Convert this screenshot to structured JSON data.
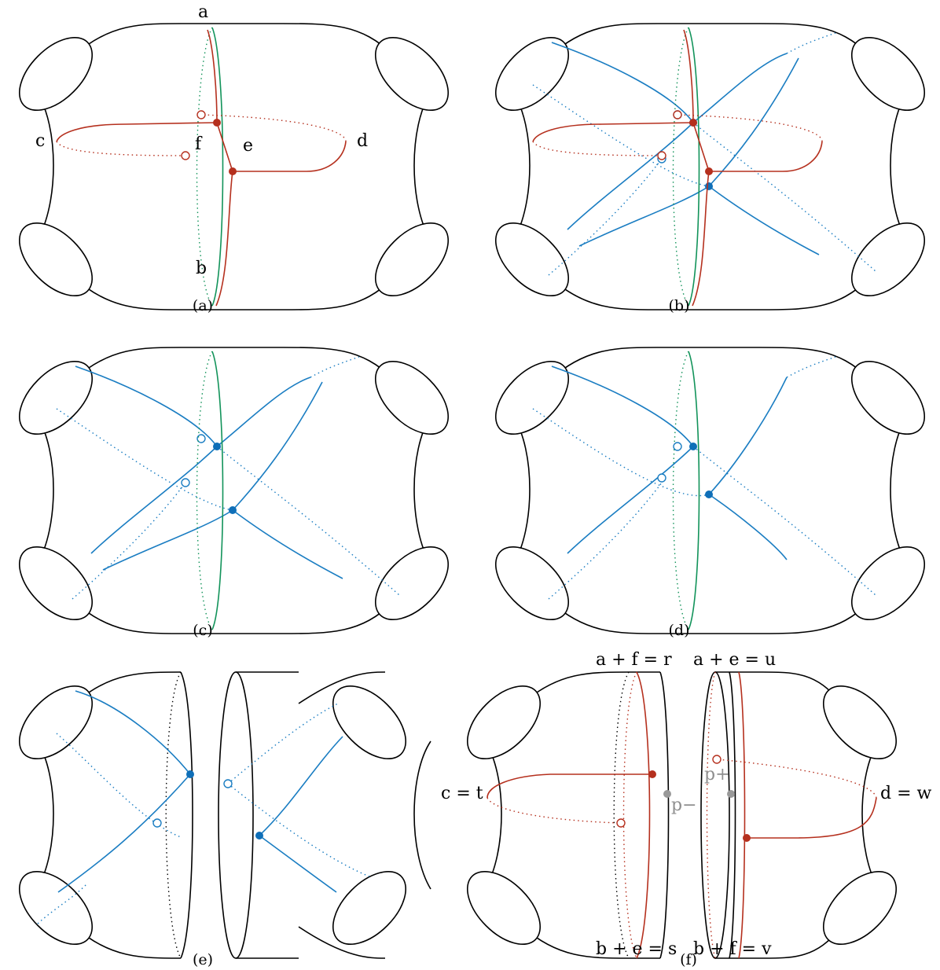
{
  "panels": [
    {
      "id": "a",
      "caption": "(a)"
    },
    {
      "id": "b",
      "caption": "(b)"
    },
    {
      "id": "c",
      "caption": "(c)"
    },
    {
      "id": "d",
      "caption": "(d)"
    },
    {
      "id": "e",
      "caption": "(e)"
    },
    {
      "id": "f",
      "caption": "(f)"
    }
  ],
  "panel_a_labels": {
    "top": "a",
    "bottom": "b",
    "left": "c",
    "right": "d",
    "edge_e": "e",
    "edge_f": "f"
  },
  "panel_f_labels": {
    "top_left": "a + f = r",
    "top_right": "a + e = u",
    "bottom_left": "b + e = s",
    "bottom_right": "b + f = v",
    "left": "c = t",
    "right": "d = w",
    "p_minus": "p−",
    "p_plus": "p+"
  },
  "colors": {
    "red": "#b5301e",
    "green": "#12935a",
    "blue": "#1a7dc2",
    "gray": "#999999"
  }
}
